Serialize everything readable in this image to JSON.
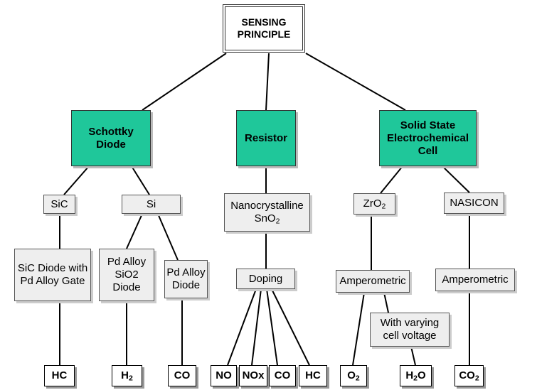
{
  "root": {
    "line1": "SENSING",
    "line2": "PRINCIPLE"
  },
  "categories": {
    "schottky": {
      "line1": "Schottky",
      "line2": "Diode"
    },
    "resistor": {
      "label": "Resistor"
    },
    "electrochemical": {
      "line1": "Solid State",
      "line2": "Electrochemical",
      "line3": "Cell"
    }
  },
  "materials": {
    "sic": "SiC",
    "si": "Si",
    "nanocrystalline": {
      "line1": "Nanocrystalline",
      "base": "SnO",
      "sub": "2"
    },
    "zro2": {
      "base": "ZrO",
      "sub": "2"
    },
    "nasicon": "NASICON"
  },
  "devices": {
    "sic_diode": {
      "line1": "SiC Diode with",
      "line2": "Pd Alloy  Gate"
    },
    "pd_sio2_diode": {
      "line1": "Pd Alloy",
      "line2": "SiO2",
      "line3": "Diode"
    },
    "pd_diode": {
      "line1": "Pd Alloy",
      "line2": "Diode"
    },
    "doping": "Doping",
    "amperometric_zro2": "Amperometric",
    "amperometric_nasicon": "Amperometric",
    "varying_voltage": {
      "line1": "With varying",
      "line2": "cell voltage"
    }
  },
  "gases": {
    "hc_1": "HC",
    "h2": {
      "base": "H",
      "sub": "2"
    },
    "co_1": "CO",
    "no": "NO",
    "nox": "NOx",
    "co_2": "CO",
    "hc_2": "HC",
    "o2": {
      "base": "O",
      "sub": "2"
    },
    "h2o": {
      "base": "H",
      "sub": "2",
      "tail": "O"
    },
    "co2": {
      "base": "CO",
      "sub": "2"
    }
  },
  "colors": {
    "category_fill": "#1fc79a",
    "sub_fill": "#eeeeee",
    "line": "#000000"
  }
}
